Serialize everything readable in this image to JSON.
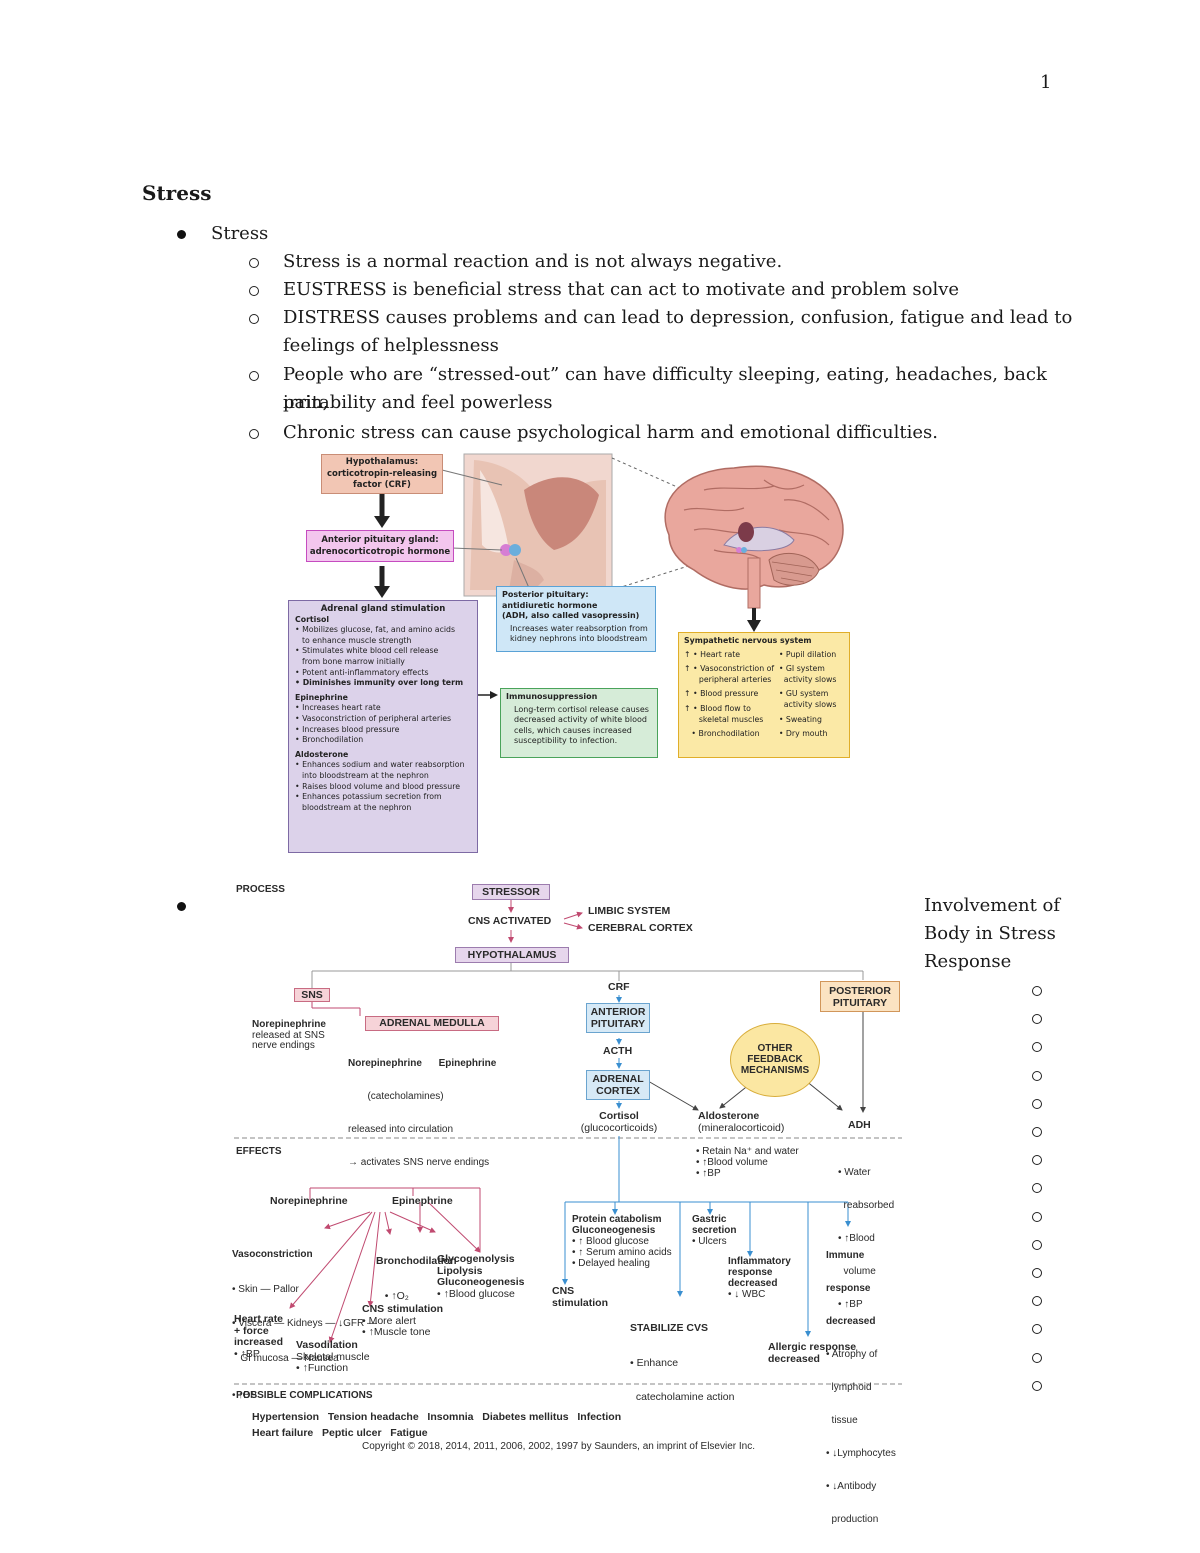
{
  "page": {
    "number": "1"
  },
  "heading": "Stress",
  "section": {
    "bullet": "Stress",
    "sub_points": [
      "Stress is a normal reaction and is not always negative.",
      "EUSTRESS is beneficial stress that can act to motivate and problem solve",
      "DISTRESS causes problems and can lead to depression, confusion, fatigue and  lead to",
      "feelings of helplessness",
      "People who are “stressed-out” can have difficulty sleeping, eating, headaches, back pain,",
      "irritability and feel powerless",
      "Chronic stress can cause psychological harm and emotional difficulties."
    ]
  },
  "figure1": {
    "hypothalamus": [
      "Hypothalamus:",
      "corticotropin-releasing",
      "factor (CRF)"
    ],
    "anterior": [
      "Anterior pituitary gland:",
      "adrenocorticotropic hormone"
    ],
    "posterior": {
      "title": [
        "Posterior pituitary:",
        "antidiuretic hormone",
        "(ADH, also called vasopressin)"
      ],
      "body": [
        "Increases water reabsorption from",
        "kidney nephrons into bloodstream"
      ]
    },
    "adrenal": {
      "title": "Adrenal gland stimulation",
      "cortisol_head": "Cortisol",
      "cortisol": [
        "• Mobilizes glucose, fat, and amino acids",
        "  to enhance muscle strength",
        "• Stimulates white blood cell release",
        "  from bone marrow initially",
        "• Potent anti-inflammatory effects"
      ],
      "cortisol_bold": "• Diminishes immunity over long term",
      "epinephrine_head": "Epinephrine",
      "epinephrine": [
        "• Increases heart rate",
        "• Vasoconstriction of peripheral arteries",
        "• Increases blood pressure",
        "• Bronchodilation"
      ],
      "aldosterone_head": "Aldosterone",
      "aldosterone": [
        "• Enhances sodium and water reabsorption",
        "  into bloodstream at the nephron",
        "• Raises blood volume and blood pressure",
        "• Enhances potassium secretion from",
        "  bloodstream at the nephron"
      ]
    },
    "immuno": {
      "title": "Immunosuppression",
      "body": [
        "Long-term cortisol release causes",
        "decreased activity of white blood",
        "cells, which causes increased",
        "susceptibility to infection."
      ]
    },
    "sympathetic": {
      "title": "Sympathetic nervous system",
      "left": [
        "↑ • Heart rate",
        "↑ • Vasoconstriction of",
        "      peripheral arteries",
        "↑ • Blood pressure",
        "↑ • Blood flow to",
        "      skeletal muscles",
        "   • Bronchodilation"
      ],
      "right": [
        "• Pupil dilation",
        "• GI system",
        "  activity slows",
        "• GU system",
        "  activity slows",
        "• Sweating",
        "• Dry mouth"
      ]
    }
  },
  "figure2": {
    "process": "PROCESS",
    "stressor": "STRESSOR",
    "cns": "CNS ACTIVATED",
    "limbic": "LIMBIC SYSTEM",
    "cortex": "CEREBRAL CORTEX",
    "hypothalamus": "HYPOTHALAMUS",
    "sns": "SNS",
    "crf": "CRF",
    "posterior": [
      "POSTERIOR",
      "PITUITARY"
    ],
    "sns_note": [
      "Norepinephrine",
      "released at SNS",
      "nerve endings"
    ],
    "adrenal_medulla": "ADRENAL MEDULLA",
    "medulla_note": [
      "Norepinephrine      Epinephrine",
      "       (catecholamines)",
      "released into circulation",
      "→ activates SNS nerve endings"
    ],
    "anterior": [
      "ANTERIOR",
      "PITUITARY"
    ],
    "acth": "ACTH",
    "adrenal_cortex": [
      "ADRENAL",
      "CORTEX"
    ],
    "feedback": [
      "OTHER",
      "FEEDBACK",
      "MECHANISMS"
    ],
    "cortisol": [
      "Cortisol",
      "(glucocorticoids)"
    ],
    "aldosterone": [
      "Aldosterone",
      "(mineralocorticoid)"
    ],
    "adh": "ADH",
    "effects": "EFFECTS",
    "ald_effects": [
      "• Retain Na⁺ and water",
      "• ↑Blood volume",
      "• ↑BP"
    ],
    "adh_effects": [
      "• Water",
      "  reabsorbed",
      "• ↑Blood",
      "  volume",
      "• ↑BP"
    ],
    "norepi": "Norepinephrine",
    "epi": "Epinephrine",
    "vaso": [
      "Vasoconstriction",
      "• Skin — Pallor",
      "• Viscera — Kidneys — ↓GFR —",
      "   GI mucosa — Nausea",
      "• ↑BP"
    ],
    "broncho": [
      "Bronchodilation",
      "   • ↑O₂"
    ],
    "glyco": [
      "Glycogenolysis",
      "Lipolysis",
      "Gluconeogenesis",
      "• ↑Blood glucose"
    ],
    "heart": [
      "Heart rate",
      "+ force",
      "increased",
      "• ↑BP"
    ],
    "cns_stim": [
      "CNS stimulation",
      "• More alert",
      "• ↑Muscle tone"
    ],
    "vasodil": [
      "Vasodilation",
      "Skeletal muscle",
      "• ↑Function"
    ],
    "protein": [
      "Protein catabolism",
      "Gluconeogenesis",
      "• ↑ Blood glucose",
      "• ↑ Serum amino acids",
      "• Delayed healing"
    ],
    "gastric": [
      "Gastric",
      "secretion",
      "• Ulcers"
    ],
    "inflam": [
      "Inflammatory",
      "response",
      "decreased",
      "• ↓ WBC"
    ],
    "immune": [
      "Immune",
      "response",
      "decreased",
      "• Atrophy of",
      "  lymphoid",
      "  tissue",
      "• ↓Lymphocytes",
      "• ↓Antibody",
      "  production"
    ],
    "cns_stim2": [
      "CNS",
      "stimulation"
    ],
    "stabilize": [
      "STABILIZE CVS",
      "• Enhance",
      "  catecholamine action"
    ],
    "allergic": [
      "Allergic response",
      "decreased"
    ],
    "complications": "POSSIBLE COMPLICATIONS",
    "comp1": "Hypertension   Tension headache   Insomnia   Diabetes mellitus   Infection",
    "comp2": "Heart failure   Peptic ulcer   Fatigue",
    "copyright": "Copyright © 2018, 2014, 2011, 2006, 2002, 1997 by Saunders, an imprint of Elsevier Inc."
  },
  "side_note": [
    "Involvement of",
    "Body in Stress",
    "Response"
  ],
  "empty_sub_bullet_count": 15
}
